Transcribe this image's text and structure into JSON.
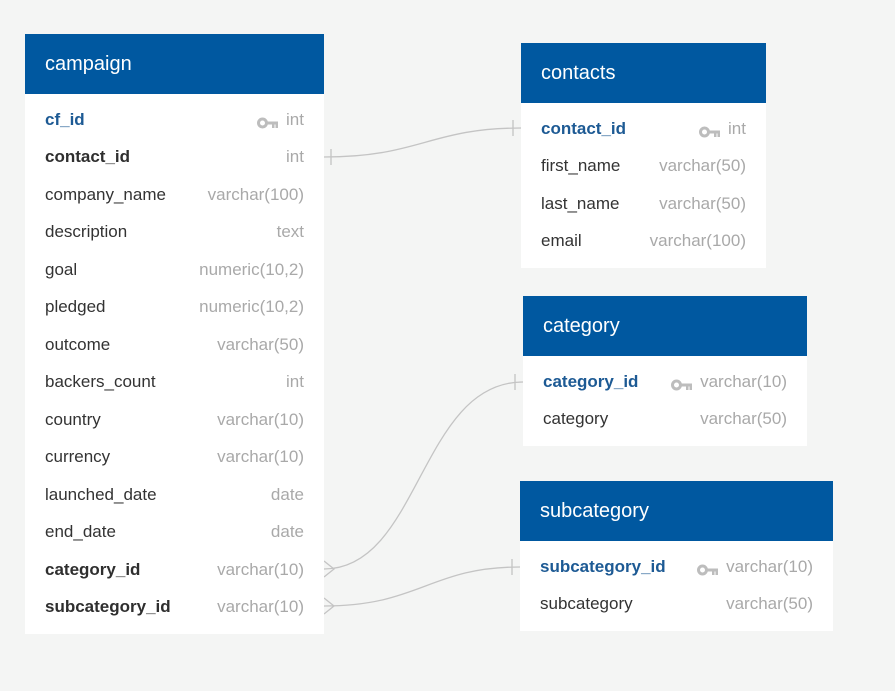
{
  "tables": {
    "campaign": {
      "title": "campaign",
      "columns": [
        {
          "name": "cf_id",
          "type": "int",
          "pk": true
        },
        {
          "name": "contact_id",
          "type": "int",
          "fk": true
        },
        {
          "name": "company_name",
          "type": "varchar(100)"
        },
        {
          "name": "description",
          "type": "text"
        },
        {
          "name": "goal",
          "type": "numeric(10,2)"
        },
        {
          "name": "pledged",
          "type": "numeric(10,2)"
        },
        {
          "name": "outcome",
          "type": "varchar(50)"
        },
        {
          "name": "backers_count",
          "type": "int"
        },
        {
          "name": "country",
          "type": "varchar(10)"
        },
        {
          "name": "currency",
          "type": "varchar(10)"
        },
        {
          "name": "launched_date",
          "type": "date"
        },
        {
          "name": "end_date",
          "type": "date"
        },
        {
          "name": "category_id",
          "type": "varchar(10)",
          "fk": true
        },
        {
          "name": "subcategory_id",
          "type": "varchar(10)",
          "fk": true
        }
      ]
    },
    "contacts": {
      "title": "contacts",
      "columns": [
        {
          "name": "contact_id",
          "type": "int",
          "pk": true
        },
        {
          "name": "first_name",
          "type": "varchar(50)"
        },
        {
          "name": "last_name",
          "type": "varchar(50)"
        },
        {
          "name": "email",
          "type": "varchar(100)"
        }
      ]
    },
    "category": {
      "title": "category",
      "columns": [
        {
          "name": "category_id",
          "type": "varchar(10)",
          "pk": true
        },
        {
          "name": "category",
          "type": "varchar(50)"
        }
      ]
    },
    "subcategory": {
      "title": "subcategory",
      "columns": [
        {
          "name": "subcategory_id",
          "type": "varchar(10)",
          "pk": true
        },
        {
          "name": "subcategory",
          "type": "varchar(50)"
        }
      ]
    }
  },
  "colors": {
    "header_bg": "#0058a0",
    "header_text": "#ffffff",
    "pk_text": "#1d5a94",
    "type_text": "#a9a9a9",
    "connector": "#c4c4c4",
    "canvas_bg": "#f4f5f4"
  },
  "icons": {
    "primary_key": "key-icon"
  }
}
